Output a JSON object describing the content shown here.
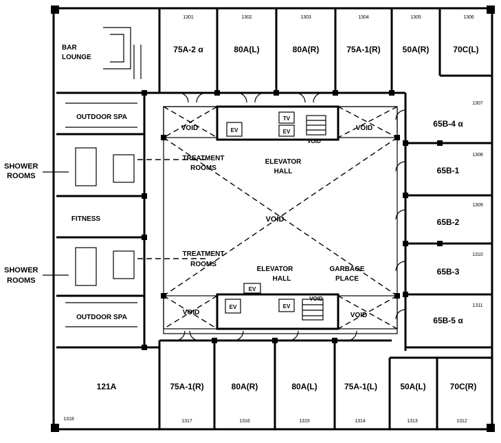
{
  "north_units": [
    {
      "id": "u-n1",
      "number": "1301",
      "label": "75A-2 α"
    },
    {
      "id": "u-n2",
      "number": "1302",
      "label": "80A(L)"
    },
    {
      "id": "u-n3",
      "number": "1303",
      "label": "80A(R)"
    },
    {
      "id": "u-n4",
      "number": "1304",
      "label": "75A-1(R)"
    },
    {
      "id": "u-n5",
      "number": "1305",
      "label": "50A(R)"
    },
    {
      "id": "u-n6",
      "number": "1306",
      "label": "70C(L)"
    }
  ],
  "east_units": [
    {
      "id": "u-e1",
      "number": "1307",
      "label": "65B-4 α"
    },
    {
      "id": "u-e2",
      "number": "1308",
      "label": "65B-1"
    },
    {
      "id": "u-e3",
      "number": "1309",
      "label": "65B-2"
    },
    {
      "id": "u-e4",
      "number": "1310",
      "label": "65B-3"
    },
    {
      "id": "u-e5",
      "number": "1311",
      "label": "65B-5 α"
    }
  ],
  "south_units": [
    {
      "id": "u-s1",
      "number": "1318",
      "label": "121A"
    },
    {
      "id": "u-s2",
      "number": "1317",
      "label": "75A-1(R)"
    },
    {
      "id": "u-s3",
      "number": "1316",
      "label": "80A(R)"
    },
    {
      "id": "u-s4",
      "number": "1315",
      "label": "80A(L)"
    },
    {
      "id": "u-s5",
      "number": "1314",
      "label": "75A-1(L)"
    },
    {
      "id": "u-s6",
      "number": "1313",
      "label": "50A(L)"
    },
    {
      "id": "u-s7",
      "number": "1312",
      "label": "70C(R)"
    }
  ],
  "amenities": {
    "bar_lounge_1": "BAR",
    "bar_lounge_2": "LOUNGE",
    "outdoor_spa_top": "OUTDOOR SPA",
    "outdoor_spa_bottom": "OUTDOOR SPA",
    "fitness": "FITNESS",
    "treatment_top_1": "TREATMENT",
    "treatment_top_2": "ROOMS",
    "treatment_bottom_1": "TREATMENT",
    "treatment_bottom_2": "ROOMS",
    "elevator_hall_top_1": "ELEVATOR",
    "elevator_hall_top_2": "HALL",
    "elevator_hall_bottom_1": "ELEVATOR",
    "elevator_hall_bottom_2": "HALL",
    "garbage_1": "GARBAGE",
    "garbage_2": "PLACE",
    "void_center": "VOID",
    "void_nw": "VOID",
    "void_ne": "VOID",
    "void_sw": "VOID",
    "void_se": "VOID",
    "void_shaft_top": "VOID",
    "void_shaft_bottom": "VOID",
    "ev_1": "EV",
    "ev_2": "EV",
    "ev_3": "EV",
    "ev_4": "EV",
    "tv_1": "TV",
    "tv_2": "EV"
  },
  "side_labels": {
    "shower_top_1": "SHOWER",
    "shower_top_2": "ROOMS",
    "shower_bottom_1": "SHOWER",
    "shower_bottom_2": "ROOMS"
  }
}
